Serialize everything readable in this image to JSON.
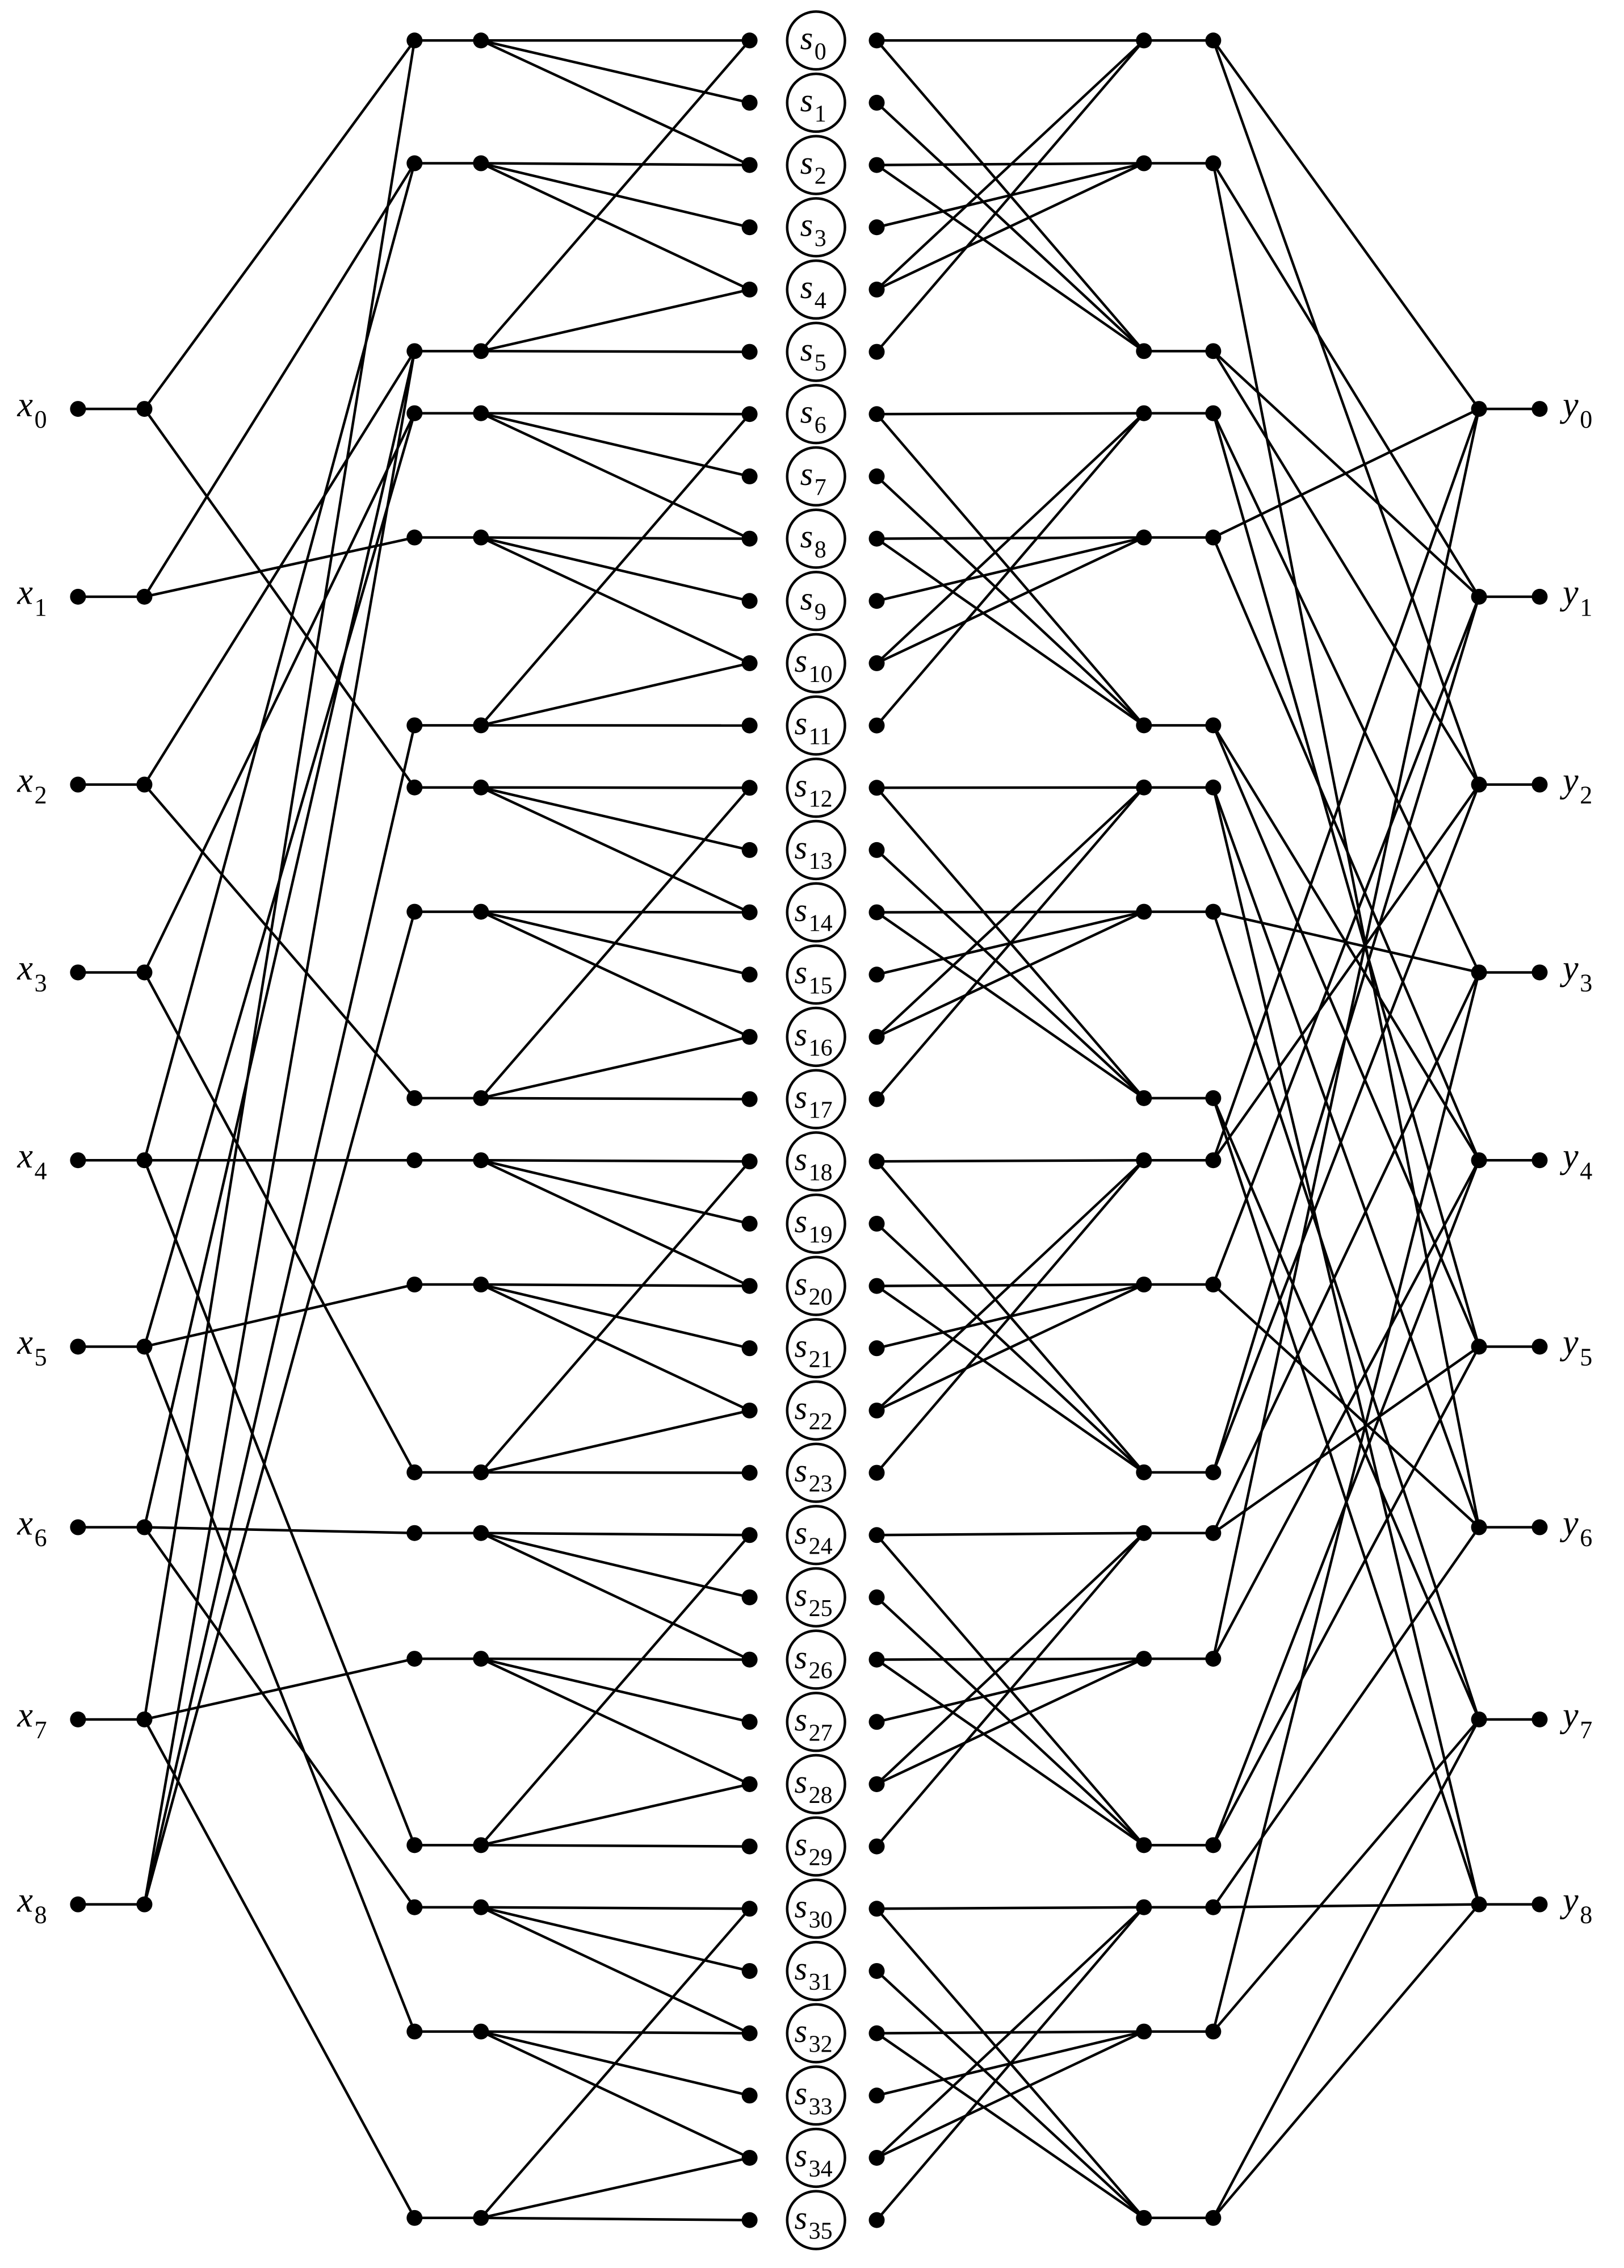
{
  "inputs": [
    {
      "sym": "x",
      "idx": "0"
    },
    {
      "sym": "x",
      "idx": "1"
    },
    {
      "sym": "x",
      "idx": "2"
    },
    {
      "sym": "x",
      "idx": "3"
    },
    {
      "sym": "x",
      "idx": "4"
    },
    {
      "sym": "x",
      "idx": "5"
    },
    {
      "sym": "x",
      "idx": "6"
    },
    {
      "sym": "x",
      "idx": "7"
    },
    {
      "sym": "x",
      "idx": "8"
    }
  ],
  "outputs": [
    {
      "sym": "y",
      "idx": "0"
    },
    {
      "sym": "y",
      "idx": "1"
    },
    {
      "sym": "y",
      "idx": "2"
    },
    {
      "sym": "y",
      "idx": "3"
    },
    {
      "sym": "y",
      "idx": "4"
    },
    {
      "sym": "y",
      "idx": "5"
    },
    {
      "sym": "y",
      "idx": "6"
    },
    {
      "sym": "y",
      "idx": "7"
    },
    {
      "sym": "y",
      "idx": "8"
    }
  ],
  "states": [
    {
      "sym": "s",
      "idx": "0"
    },
    {
      "sym": "s",
      "idx": "1"
    },
    {
      "sym": "s",
      "idx": "2"
    },
    {
      "sym": "s",
      "idx": "3"
    },
    {
      "sym": "s",
      "idx": "4"
    },
    {
      "sym": "s",
      "idx": "5"
    },
    {
      "sym": "s",
      "idx": "6"
    },
    {
      "sym": "s",
      "idx": "7"
    },
    {
      "sym": "s",
      "idx": "8"
    },
    {
      "sym": "s",
      "idx": "9"
    },
    {
      "sym": "s",
      "idx": "10"
    },
    {
      "sym": "s",
      "idx": "11"
    },
    {
      "sym": "s",
      "idx": "12"
    },
    {
      "sym": "s",
      "idx": "13"
    },
    {
      "sym": "s",
      "idx": "14"
    },
    {
      "sym": "s",
      "idx": "15"
    },
    {
      "sym": "s",
      "idx": "16"
    },
    {
      "sym": "s",
      "idx": "17"
    },
    {
      "sym": "s",
      "idx": "18"
    },
    {
      "sym": "s",
      "idx": "19"
    },
    {
      "sym": "s",
      "idx": "20"
    },
    {
      "sym": "s",
      "idx": "21"
    },
    {
      "sym": "s",
      "idx": "22"
    },
    {
      "sym": "s",
      "idx": "23"
    },
    {
      "sym": "s",
      "idx": "24"
    },
    {
      "sym": "s",
      "idx": "25"
    },
    {
      "sym": "s",
      "idx": "26"
    },
    {
      "sym": "s",
      "idx": "27"
    },
    {
      "sym": "s",
      "idx": "28"
    },
    {
      "sym": "s",
      "idx": "29"
    },
    {
      "sym": "s",
      "idx": "30"
    },
    {
      "sym": "s",
      "idx": "31"
    },
    {
      "sym": "s",
      "idx": "32"
    },
    {
      "sym": "s",
      "idx": "33"
    },
    {
      "sym": "s",
      "idx": "34"
    },
    {
      "sym": "s",
      "idx": "35"
    }
  ]
}
